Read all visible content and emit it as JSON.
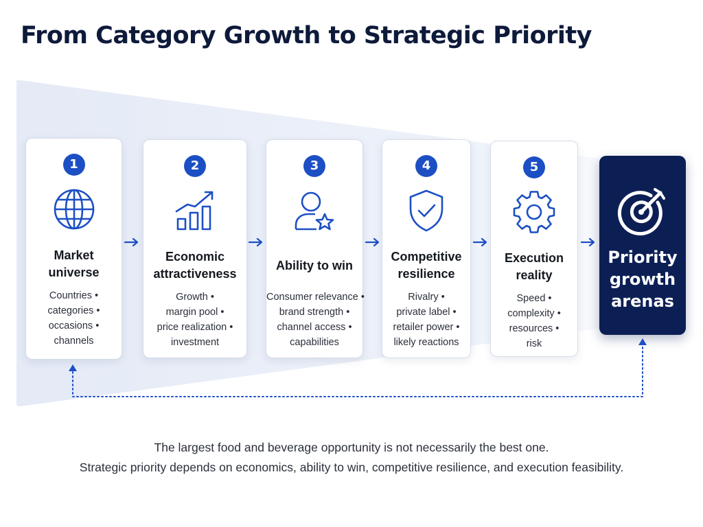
{
  "title": "From Category Growth to Strategic Priority",
  "steps": [
    {
      "number": "1",
      "title": "Market universe",
      "icon": "globe-icon",
      "lines": [
        "Countries •",
        "categories •",
        "occasions •",
        "channels"
      ]
    },
    {
      "number": "2",
      "title": "Economic attractiveness",
      "icon": "growth-chart-icon",
      "lines": [
        "Growth •",
        "margin pool •",
        "price realization •",
        "investment"
      ]
    },
    {
      "number": "3",
      "title": "Ability to win",
      "icon": "user-star-icon",
      "lines": [
        "Consumer relevance •",
        "brand strength •",
        "channel access •",
        "capabilities"
      ]
    },
    {
      "number": "4",
      "title": "Competitive resilience",
      "icon": "shield-check-icon",
      "lines": [
        "Rivalry •",
        "private label •",
        "retailer power •",
        "likely reactions"
      ]
    },
    {
      "number": "5",
      "title": "Execution reality",
      "icon": "gear-icon",
      "lines": [
        "Speed •",
        "complexity •",
        "resources •",
        "risk"
      ]
    }
  ],
  "result": {
    "title_lines": [
      "Priority",
      "growth",
      "arenas"
    ],
    "icon": "target-icon"
  },
  "caption": [
    "The largest food and beverage opportunity is not necessarily the best one.",
    "Strategic priority depends on economics, ability to win, competitive resilience, and execution feasibility."
  ],
  "colors": {
    "accent": "#1c4fc4",
    "navy": "#0c1f55",
    "funnel": "#e9eef8"
  }
}
